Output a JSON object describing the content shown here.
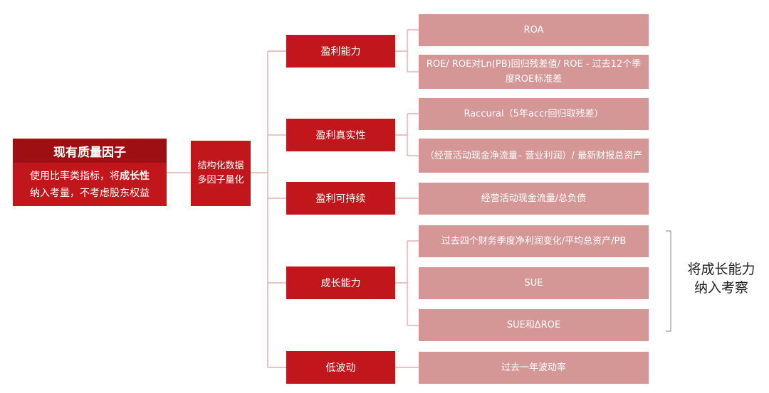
{
  "root": {
    "title": "现有质量因子",
    "line1_prefix": "使用比率类指标，将",
    "line1_bold": "成长性",
    "line2": "纳入考量，不考虑股东权益"
  },
  "middle": {
    "line1": "结构化数据",
    "line2": "多因子量化"
  },
  "categories": [
    {
      "label": "盈利能力"
    },
    {
      "label": "盈利真实性"
    },
    {
      "label": "盈利可持续"
    },
    {
      "label": "成长能力"
    },
    {
      "label": "低波动"
    }
  ],
  "leaves": [
    {
      "label": "ROA"
    },
    {
      "label": "ROE/ ROE对Ln(PB)回归残差值/ ROE - 过去12个季度ROE标准差"
    },
    {
      "label": "Raccural（5年accr回归取残差）"
    },
    {
      "label": "（经营活动现金净流量– 营业利润）/ 最新财报总资产"
    },
    {
      "label": "经营活动现金流量/总负债"
    },
    {
      "label": "过去四个财务季度净利润变化/平均总资产/PB"
    },
    {
      "label": "SUE"
    },
    {
      "label": "SUE和ΔROE"
    },
    {
      "label": "过去一年波动率"
    }
  ],
  "note": {
    "line1": "将成长能力",
    "line2": "纳入考察"
  },
  "colors": {
    "dark_red": "#9e0f14",
    "red": "#c0161c",
    "pink": "#d59696",
    "connector": "#e0a0a0",
    "bracket": "#999999"
  }
}
